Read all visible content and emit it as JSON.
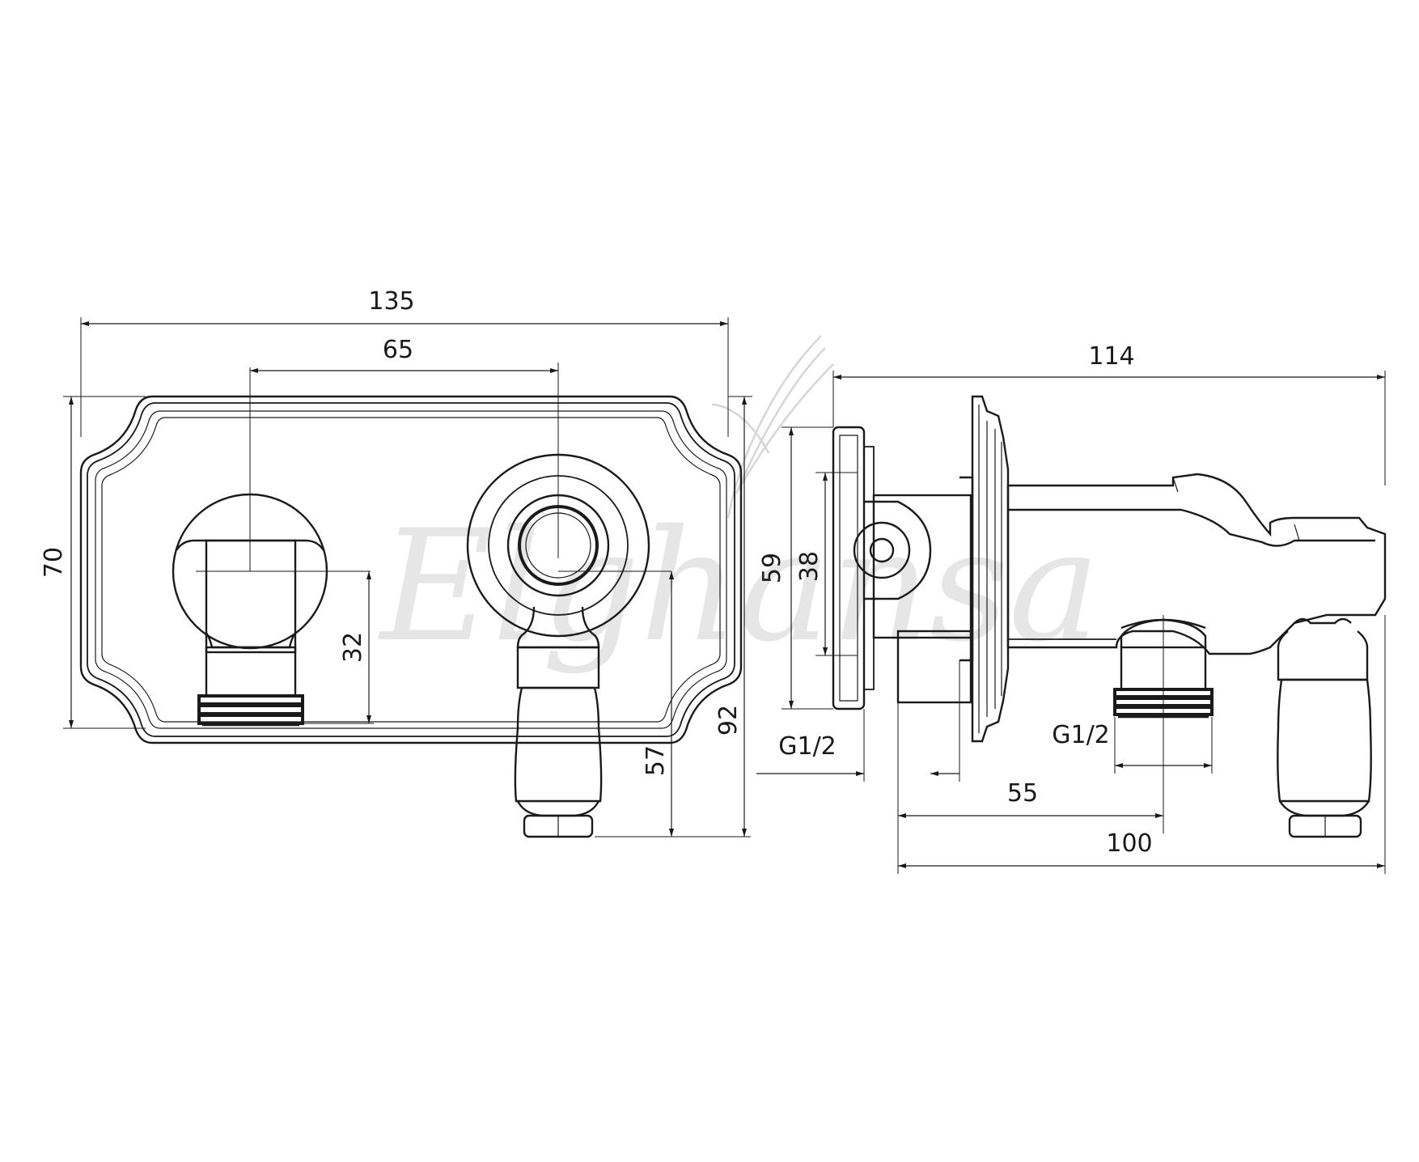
{
  "watermark": {
    "text": "Elghansa",
    "color": "#e6e6e6"
  },
  "front_view": {
    "dim_overall_width": "135",
    "dim_center_distance": "65",
    "dim_height": "70",
    "dim_outlet_height": "32",
    "dim_handle_drop": "57",
    "dim_total_height": "92"
  },
  "side_view": {
    "dim_overall_depth": "114",
    "dim_flange_height": "59",
    "dim_inner_height": "38",
    "thread_left": "G1/2",
    "thread_right": "G1/2",
    "dim_outlet_offset": "55",
    "dim_handle_offset": "100"
  },
  "colors": {
    "line": "#1a1a1a",
    "background": "#ffffff"
  }
}
